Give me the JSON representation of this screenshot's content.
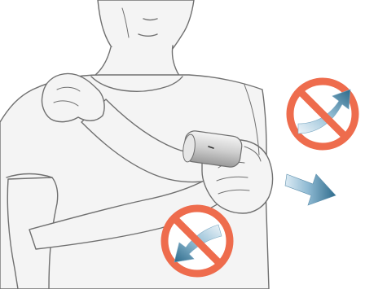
{
  "illustration": {
    "subject": "person-applying-device-to-upper-arm",
    "icons": [
      {
        "name": "no-rotation-upward-icon",
        "meaning": "prohibited"
      },
      {
        "name": "no-rotation-downward-icon",
        "meaning": "prohibited"
      },
      {
        "name": "slide-right-arrow-icon",
        "meaning": "direction"
      }
    ]
  },
  "colors": {
    "prohibition": "#ee6c4d",
    "arrow_blue_light": "#a9cde0",
    "arrow_blue_dark": "#2f6c8c",
    "line": "#6f6f6f",
    "skin_fill": "#f3f3f3",
    "device": "#d9d9d9"
  }
}
